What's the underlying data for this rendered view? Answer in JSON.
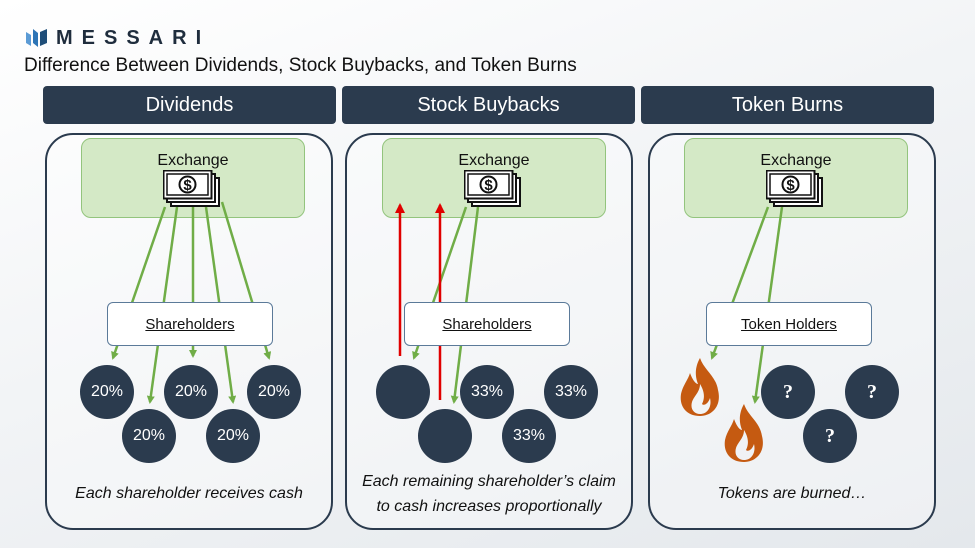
{
  "brand": {
    "name": "MESSARI"
  },
  "title": "Difference Between Dividends, Stock Buybacks, and Token Burns",
  "columns": [
    {
      "header": "Dividends",
      "exchange_label": "Exchange",
      "holder_label": "Shareholders",
      "circles": [
        "20%",
        "20%",
        "20%",
        "20%",
        "20%"
      ],
      "caption": "Each shareholder receives cash"
    },
    {
      "header": "Stock Buybacks",
      "exchange_label": "Exchange",
      "holder_label": "Shareholders",
      "circles": [
        "",
        "",
        "33%",
        "33%",
        "33%"
      ],
      "caption_lines": [
        "Each remaining shareholder’s claim",
        "to cash increases proportionally"
      ]
    },
    {
      "header": "Token Burns",
      "exchange_label": "Exchange",
      "holder_label": "Token Holders",
      "circles": [
        "?",
        "?",
        "?"
      ],
      "caption": "Tokens are burned…"
    }
  ],
  "icons": {
    "money": "money-stack-icon",
    "flame": "flame-icon",
    "logo": "messari-logo-icon"
  },
  "colors": {
    "navy": "#2b3b4e",
    "exchange_fill": "#d4e9c6",
    "green_arrow": "#70ad47",
    "red_arrow": "#e00000",
    "flame": "#c55a11"
  }
}
